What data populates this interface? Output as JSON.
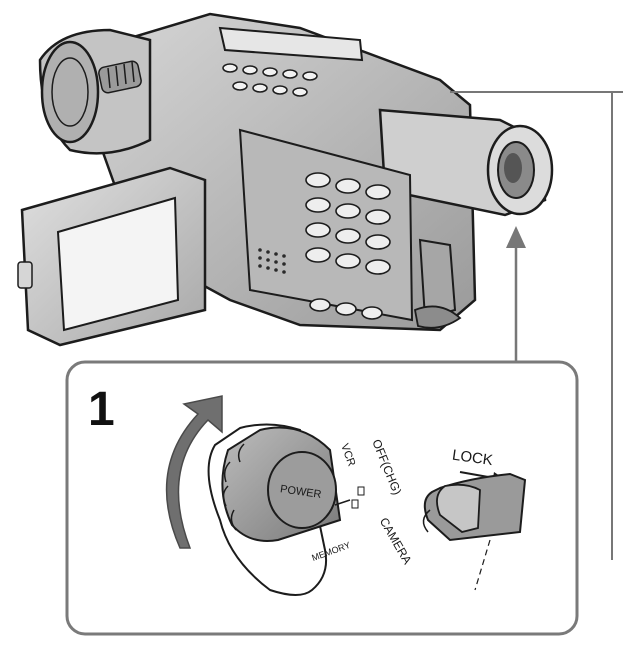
{
  "diagram": {
    "step_number": "1",
    "labels": {
      "power": "POWER",
      "lock": "LOCK",
      "off_chg": "OFF(CHG)",
      "vcr": "VCR",
      "camera": "CAMERA",
      "memory": "MEMORY"
    }
  }
}
